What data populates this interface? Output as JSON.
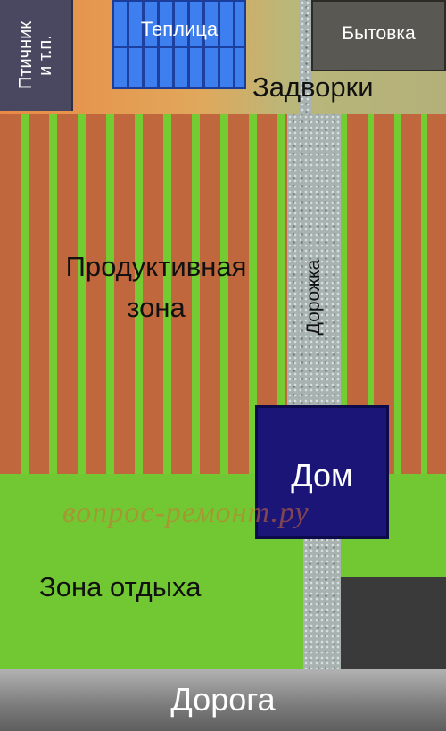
{
  "zones": {
    "bird_shed": "Птичник\nи т.п.",
    "greenhouse": "Теплица",
    "cabin": "Бытовка",
    "backyard": "Задворки",
    "path": "Дорожка",
    "productive": "Продуктивная\nзона",
    "house": "Дом",
    "rest": "Зона отдыха",
    "road": "Дорога"
  },
  "watermark": "вопрос-ремонт.ру",
  "colors": {
    "beds": "#c0673d",
    "grass": "#73cc32",
    "house": "#1a1577",
    "greenhouse": "#3e7ff0",
    "cabin": "#5a5852",
    "bird_shed": "#4a4760",
    "path": "#a8b2b0",
    "road": "#8a8a8a",
    "backyard": "#e98a45"
  }
}
